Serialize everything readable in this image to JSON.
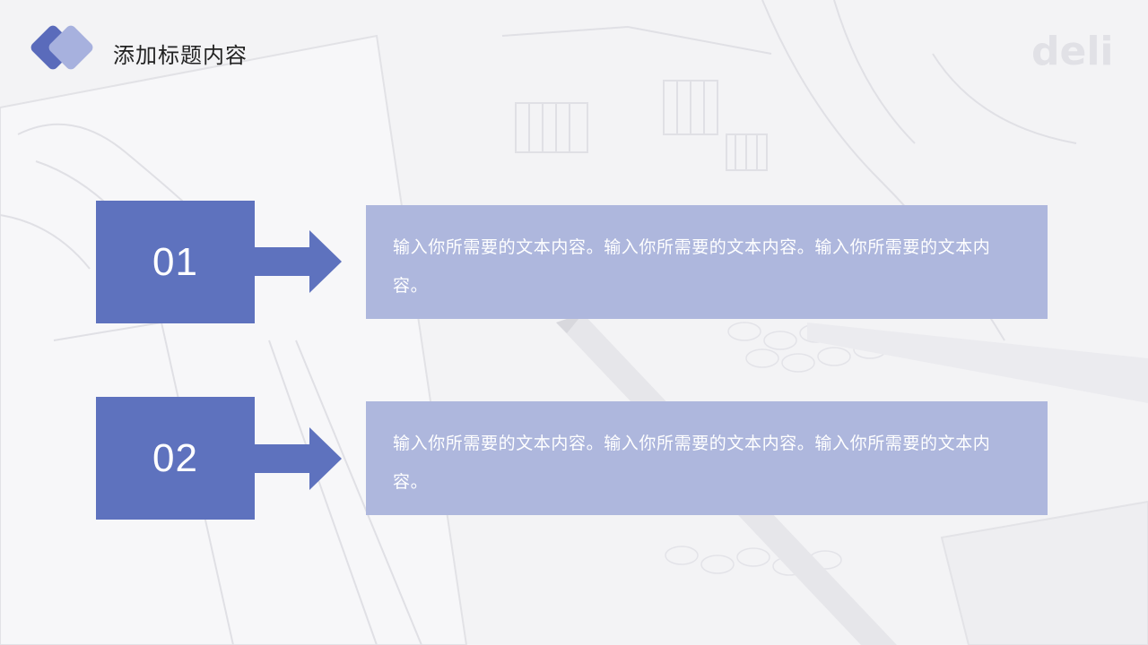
{
  "header": {
    "title": "添加标题内容"
  },
  "background": {
    "brand_text": "deli"
  },
  "items": [
    {
      "number": "01",
      "text": "输入你所需要的文本内容。输入你所需要的文本内容。输入你所需要的文本内容。"
    },
    {
      "number": "02",
      "text": "输入你所需要的文本内容。输入你所需要的文本内容。输入你所需要的文本内容。"
    }
  ],
  "colors": {
    "accent": "#5e72be",
    "accent_light": "#aeb7dd",
    "logo_dark": "#5a6bbb",
    "logo_light": "#a7b1de"
  }
}
